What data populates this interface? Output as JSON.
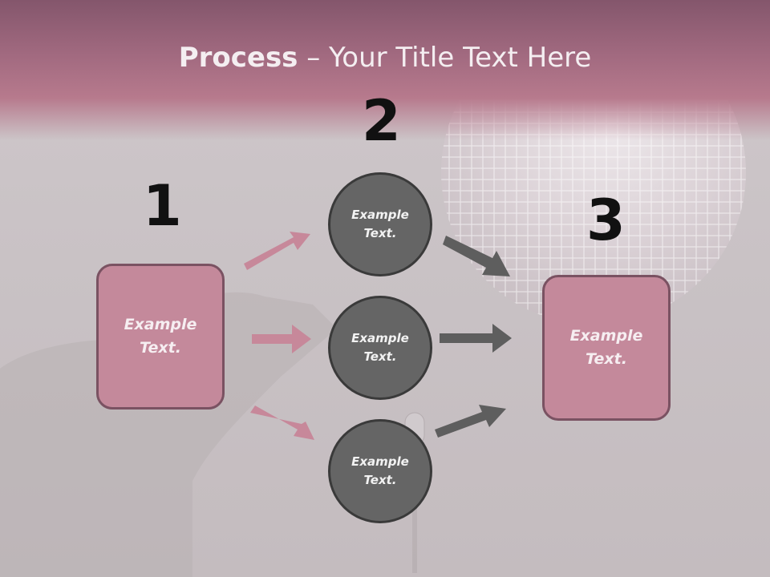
{
  "slide": {
    "title_bold": "Process",
    "title_rest": " – Your Title Text Here"
  },
  "steps": [
    {
      "number": "1",
      "text": "Example Text."
    },
    {
      "number": "2",
      "items": [
        "Example Text.",
        "Example Text.",
        "Example Text."
      ]
    },
    {
      "number": "3",
      "text": "Example Text."
    }
  ],
  "colors": {
    "header": "#a26a80",
    "box_fill": "#c4899b",
    "box_border": "#7a5262",
    "circle_fill": "#656565",
    "pink_arrow": "#c7889a",
    "gray_arrow": "#5e5e5e"
  }
}
